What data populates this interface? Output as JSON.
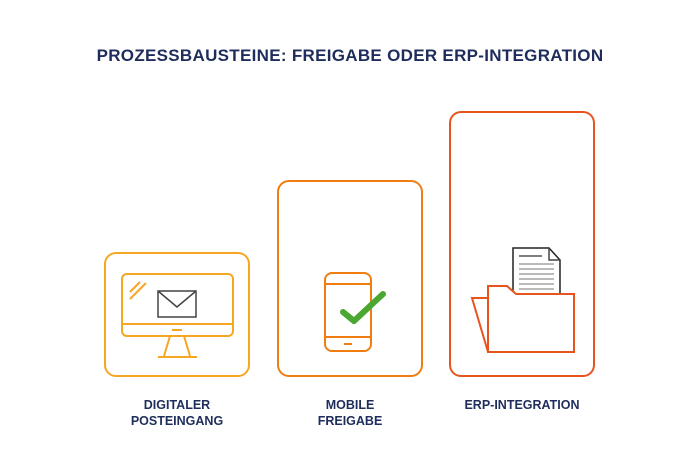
{
  "title": "PROZESSBAUSTEINE: FREIGABE ODER ERP-INTEGRATION",
  "colors": {
    "title": "#1f2d5c",
    "step1": "#f5a623",
    "step2": "#f07d10",
    "step3": "#e8541e",
    "check": "#4aa832",
    "envelope": "#444444",
    "document": "#222222"
  },
  "steps": [
    {
      "label_line1": "DIGITALER",
      "label_line2": "POSTEINGANG",
      "icon": "monitor-envelope-icon"
    },
    {
      "label_line1": "MOBILE",
      "label_line2": "FREIGABE",
      "icon": "smartphone-check-icon"
    },
    {
      "label_line1": "ERP-INTEGRATION",
      "label_line2": "",
      "icon": "folder-document-icon"
    }
  ]
}
